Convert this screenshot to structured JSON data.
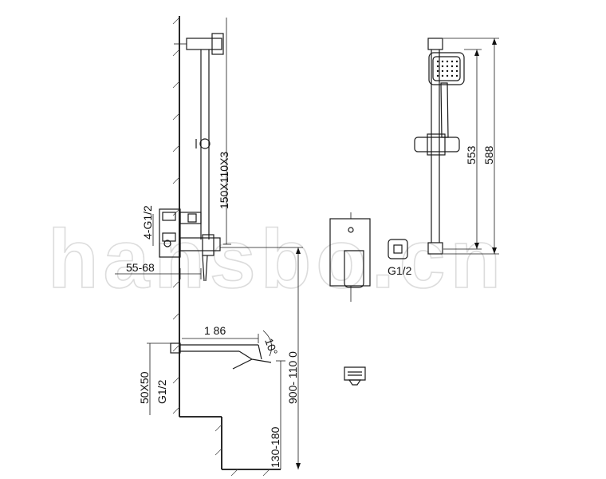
{
  "watermark": "hansbo.cn",
  "dimensions": {
    "rail_spacing": "150X110X3",
    "inlet_thread": "4-G1/2",
    "wall_depth": "55-68",
    "spout_length": "1 86",
    "spout_angle": "10°",
    "spout_size": "50X50",
    "spout_thread": "G1/2",
    "mount_height": "900- 110 0",
    "floor_offset": "130-180",
    "head_height_inner": "553",
    "head_height_outer": "588",
    "elbow_thread": "G1/2"
  }
}
